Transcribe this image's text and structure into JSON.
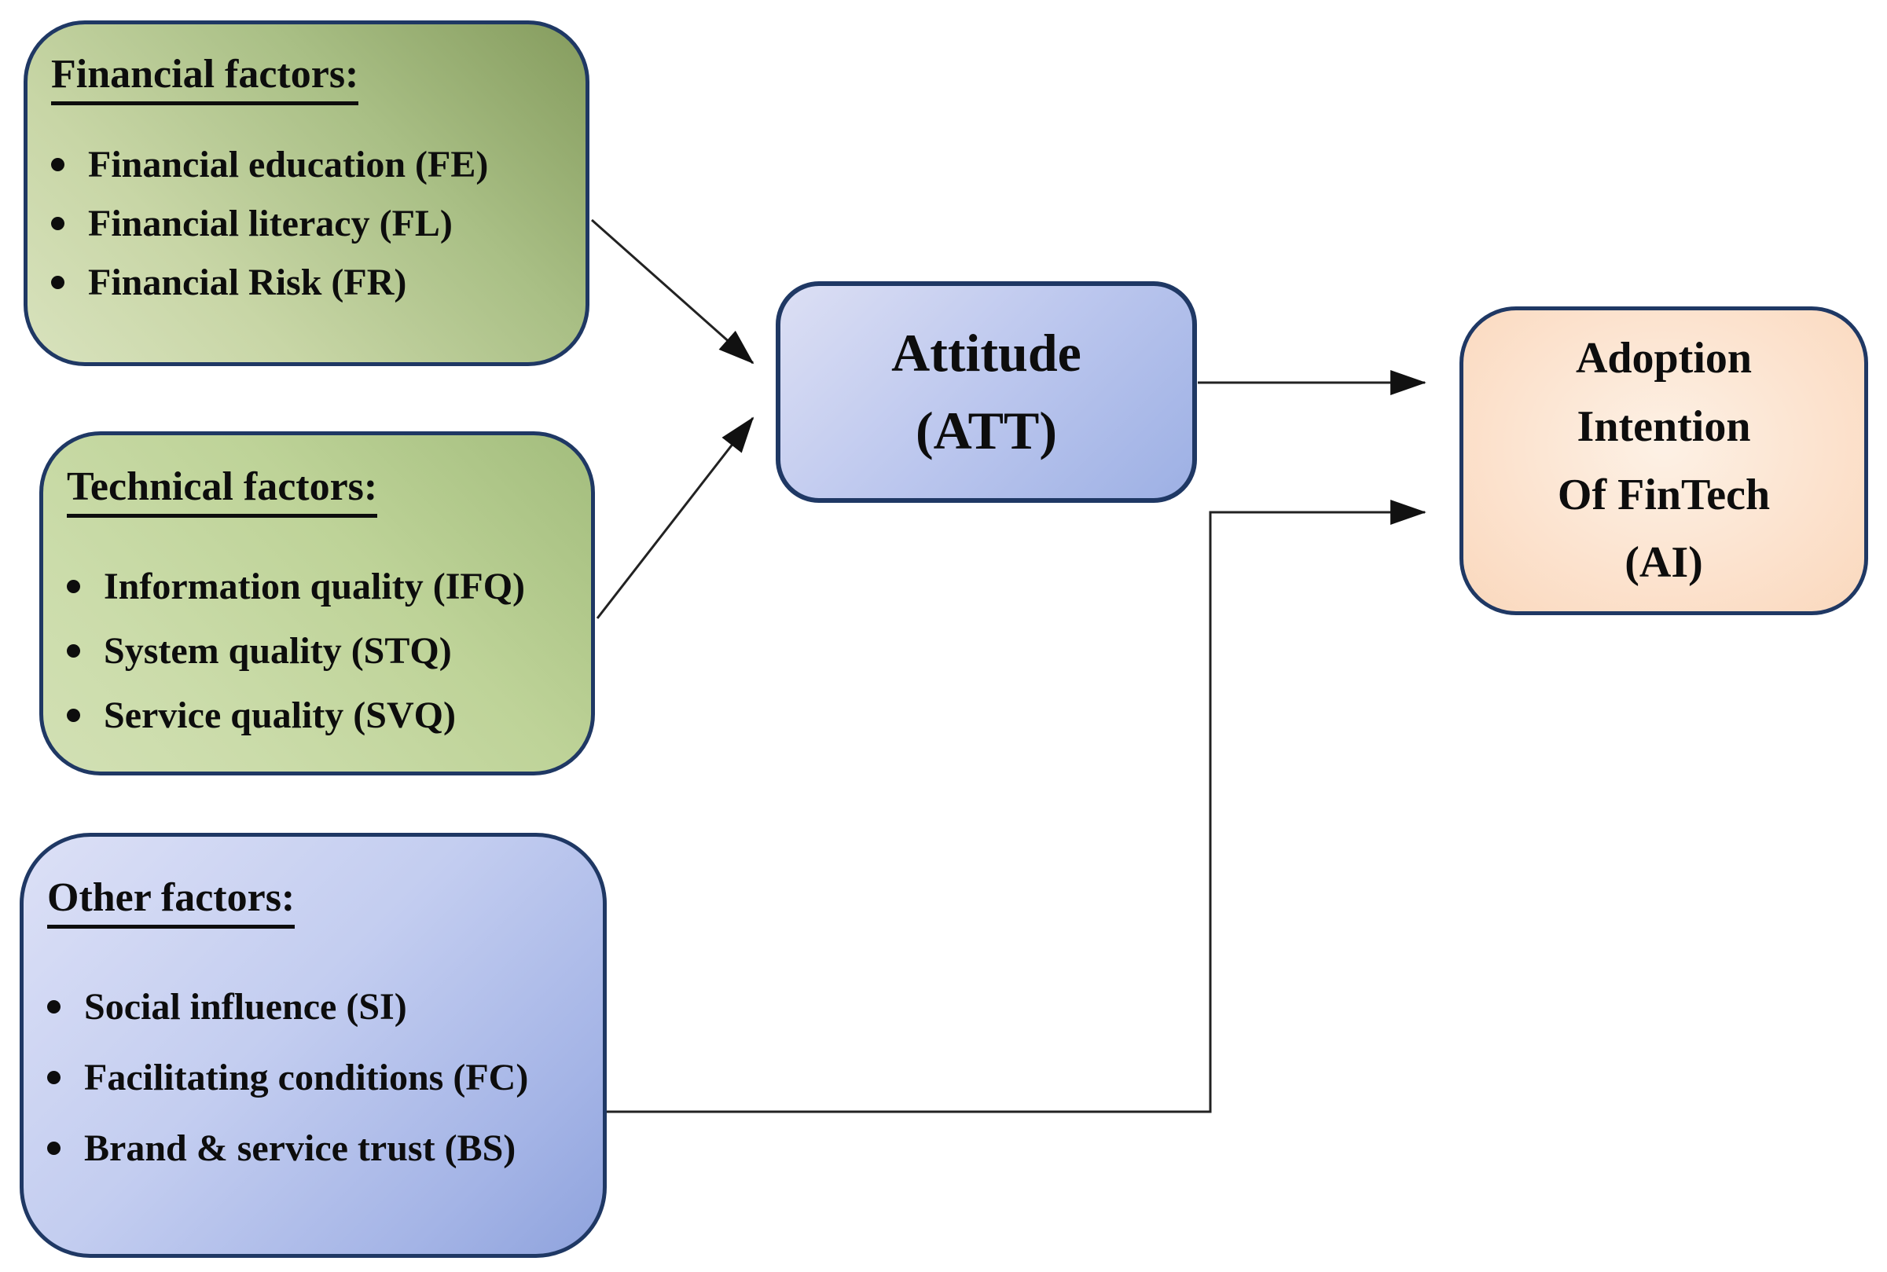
{
  "nodes": {
    "financial": {
      "title": "Financial factors:",
      "items": [
        "Financial education (FE)",
        "Financial literacy (FL)",
        "Financial Risk (FR)"
      ]
    },
    "technical": {
      "title": "Technical factors:",
      "items": [
        "Information quality (IFQ)",
        "System quality (STQ)",
        "Service quality (SVQ)"
      ]
    },
    "other": {
      "title": "Other factors:",
      "items": [
        "Social influence (SI)",
        "Facilitating conditions (FC)",
        "Brand & service trust (BS)"
      ]
    },
    "attitude": {
      "lines": [
        "Attitude",
        "(ATT)"
      ]
    },
    "adoption": {
      "lines": [
        "Adoption",
        "Intention",
        "Of FinTech",
        "(AI)"
      ]
    }
  },
  "edges": [
    {
      "from": "financial-factors",
      "to": "attitude"
    },
    {
      "from": "technical-factors",
      "to": "attitude"
    },
    {
      "from": "attitude",
      "to": "adoption-intention"
    },
    {
      "from": "other-factors",
      "to": "adoption-intention"
    }
  ],
  "colors": {
    "box_border": "#1f3864",
    "arrow": "#222222",
    "green_dark": "#859c5e",
    "green_light": "#d8e2bd",
    "blue_light": "#dce0f6",
    "blue_deep": "#8fa3dd",
    "peach": "#fad8bd",
    "text": "#0d0d0d",
    "background": "#ffffff"
  }
}
